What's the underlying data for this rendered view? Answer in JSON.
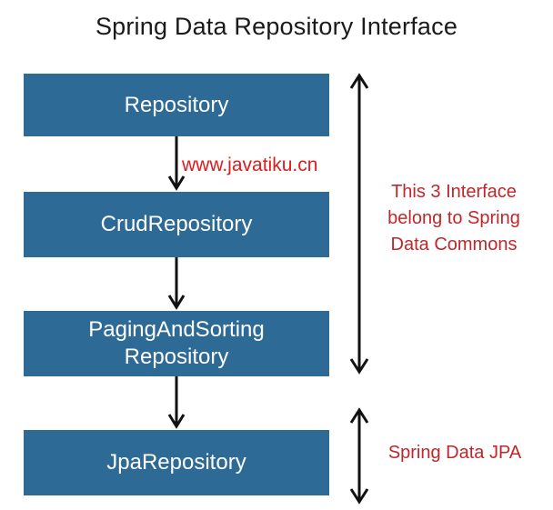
{
  "title": "Spring Data Repository Interface",
  "boxes": [
    {
      "lines": [
        "Repository"
      ]
    },
    {
      "lines": [
        "CrudRepository"
      ]
    },
    {
      "lines": [
        "PagingAndSorting",
        "Repository"
      ]
    },
    {
      "lines": [
        "JpaRepository"
      ]
    }
  ],
  "watermark": "www.javatiku.cn",
  "notes": {
    "commons": [
      "This 3 Interface",
      "belong to Spring",
      "Data Commons"
    ],
    "jpa": [
      "Spring Data JPA"
    ]
  },
  "colors": {
    "box_fill": "#2e6a96",
    "box_text": "#ffffff",
    "note_text": "#c0262a",
    "watermark": "#e01b1b",
    "arrow": "#111111"
  }
}
